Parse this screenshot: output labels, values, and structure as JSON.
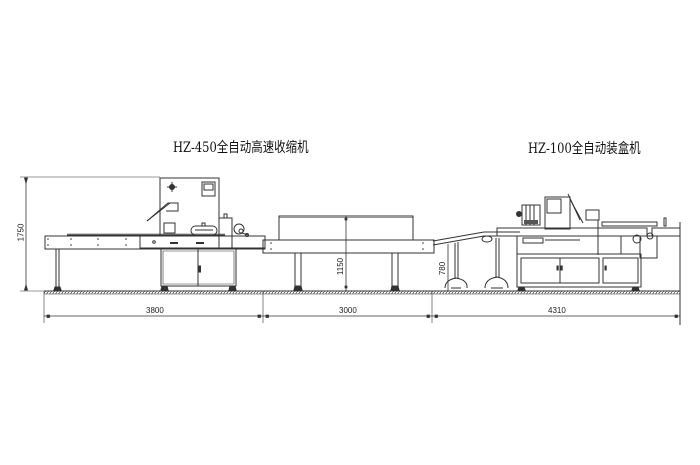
{
  "titles": {
    "machine_1": "HZ-450全自动高速收缩机",
    "machine_2": "HZ-100全自动装盒机"
  },
  "dimensions": {
    "horizontal": [
      {
        "label": "3800",
        "segment": "shrink-wrapping-machine"
      },
      {
        "label": "3000",
        "segment": "shrink-tunnel"
      },
      {
        "label": "4310",
        "segment": "cartoning-machine"
      }
    ],
    "vertical": [
      {
        "label": "1750",
        "feature": "overall-height-wrapper"
      },
      {
        "label": "1150",
        "feature": "tunnel-height"
      },
      {
        "label": "780",
        "feature": "conveyor-infeed-height"
      }
    ]
  },
  "colors": {
    "line": "#333333",
    "ground": "#555555",
    "background": "#ffffff"
  }
}
